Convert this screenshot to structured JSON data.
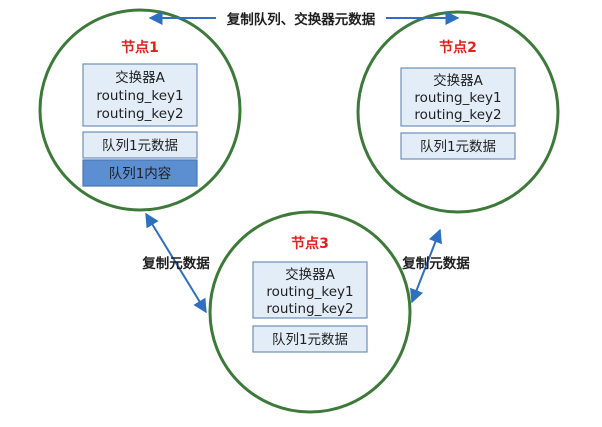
{
  "colors": {
    "circle_stroke": "#3d7a3a",
    "box_fill": "#e3edf8",
    "box_stroke": "#6e8fb8",
    "queue_content_fill": "#5b8fd2",
    "arrow": "#2e6fc0",
    "node_title": "#e3201b"
  },
  "edges": {
    "top_label": "复制队列、交换器元数据",
    "left_label": "复制元数据",
    "right_label": "复制元数据"
  },
  "nodes": [
    {
      "title": "节点1",
      "exchange": {
        "name": "交换器A",
        "key1": "routing_key1",
        "key2": "routing_key2"
      },
      "queue_meta": "队列1元数据",
      "queue_content": "队列1内容"
    },
    {
      "title": "节点2",
      "exchange": {
        "name": "交换器A",
        "key1": "routing_key1",
        "key2": "routing_key2"
      },
      "queue_meta": "队列1元数据"
    },
    {
      "title": "节点3",
      "exchange": {
        "name": "交换器A",
        "key1": "routing_key1",
        "key2": "routing_key2"
      },
      "queue_meta": "队列1元数据"
    }
  ]
}
